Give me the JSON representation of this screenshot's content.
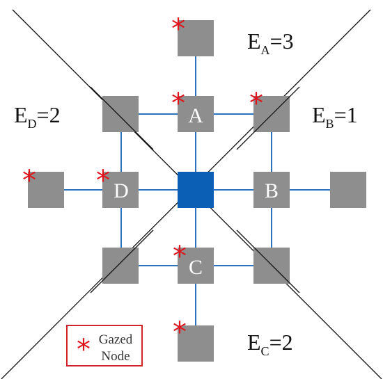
{
  "colors": {
    "node": "#8e8e8e",
    "center_node": "#0b5fb4",
    "edge": "#2b73c0",
    "diagonal": "#111111",
    "star": "#e0141c",
    "legend_border": "#d2232a"
  },
  "nodes": {
    "A": "A",
    "B": "B",
    "C": "C",
    "D": "D"
  },
  "energy_labels": {
    "a": {
      "main": "E",
      "sub": "A",
      "value": "=3"
    },
    "b": {
      "main": "E",
      "sub": "B",
      "value": "=1"
    },
    "c": {
      "main": "E",
      "sub": "C",
      "value": "=2"
    },
    "d": {
      "main": "E",
      "sub": "D",
      "value": "=2"
    }
  },
  "legend": {
    "symbol": "*",
    "line1": "Gazed",
    "line2": "Node"
  },
  "star_symbol": "*"
}
